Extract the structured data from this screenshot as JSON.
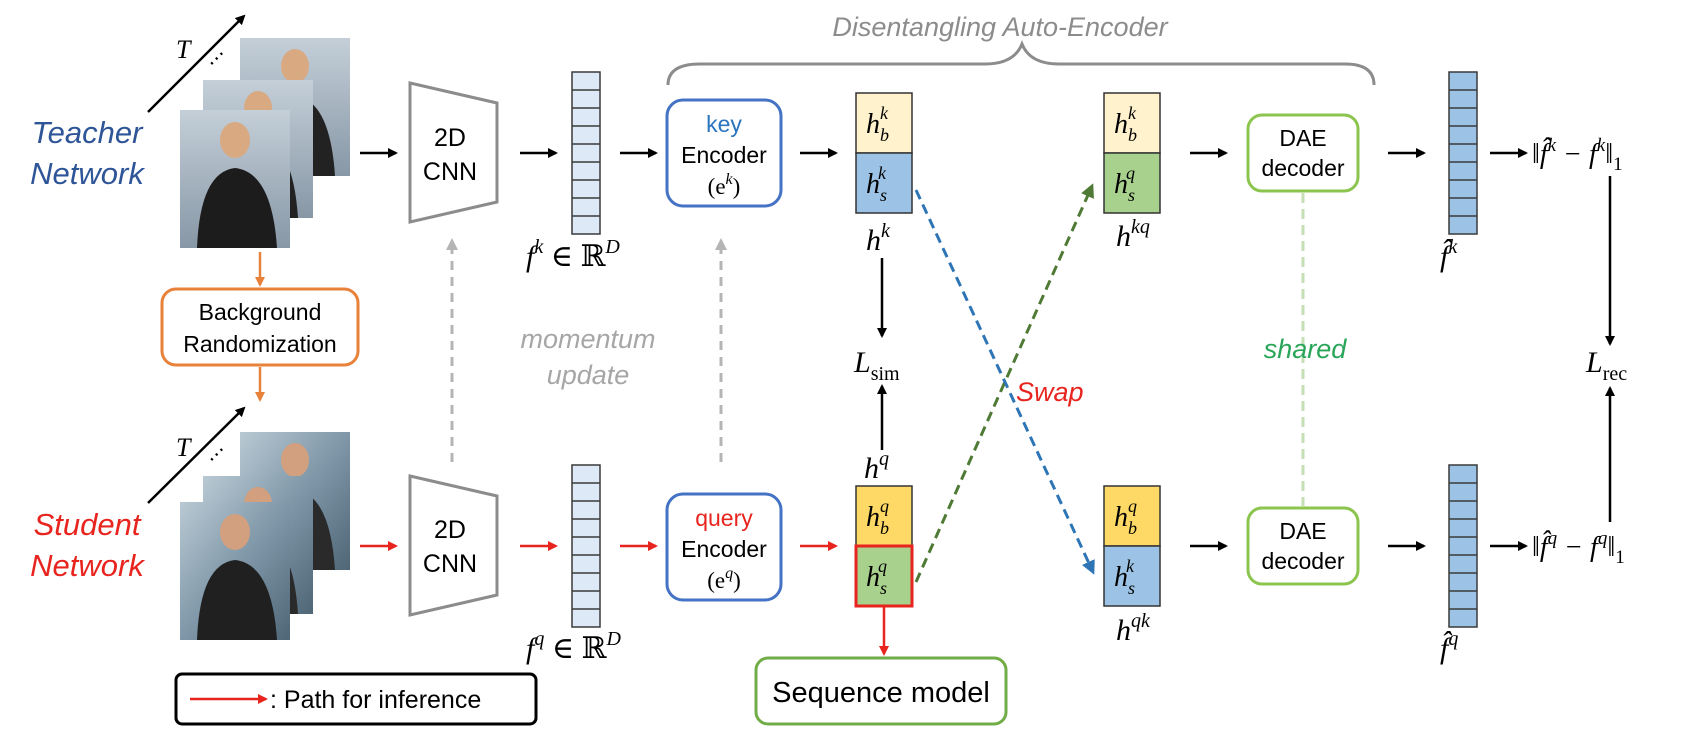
{
  "title": "Disentangling Auto-Encoder",
  "teacher_label": [
    "Teacher",
    "Network"
  ],
  "student_label": [
    "Student",
    "Network"
  ],
  "frames_axis_label": "T",
  "frames_ellipsis": "⋯",
  "background_randomization": [
    "Background",
    "Randomization"
  ],
  "cnn_label": [
    "2D",
    "CNN"
  ],
  "momentum_update": [
    "momentum",
    "update"
  ],
  "key_encoder": {
    "name": "key",
    "word": "Encoder",
    "math": "(e",
    "sup": "k",
    "close": ")"
  },
  "query_encoder": {
    "name": "query",
    "word": "Encoder",
    "math": "(e",
    "sup": "q",
    "close": ")"
  },
  "feature_key": {
    "base": "f",
    "sup": "k",
    "tail": " ∈ ℝ",
    "sup2": "D"
  },
  "feature_query": {
    "base": "f",
    "sup": "q",
    "tail": " ∈ ℝ",
    "sup2": "D"
  },
  "h_base": "h",
  "hk_top": {
    "sub": "b",
    "sup": "k"
  },
  "hk_bottom": {
    "sub": "s",
    "sup": "k"
  },
  "hkq_top": {
    "sub": "b",
    "sup": "k"
  },
  "hkq_bottom": {
    "sub": "s",
    "sup": "q"
  },
  "hq_top": {
    "sub": "b",
    "sup": "q"
  },
  "hq_bottom": {
    "sub": "s",
    "sup": "q"
  },
  "hqk_top": {
    "sub": "b",
    "sup": "q"
  },
  "hqk_bottom": {
    "sub": "s",
    "sup": "k"
  },
  "hk_label": {
    "base": "h",
    "sup": "k"
  },
  "hq_label": {
    "base": "h",
    "sup": "q"
  },
  "hkq_label": {
    "base": "h",
    "sup": "kq"
  },
  "hqk_label": {
    "base": "h",
    "sup": "qk"
  },
  "l_sim": {
    "base": "L",
    "sub": "sim"
  },
  "l_rec": {
    "base": "L",
    "sub": "rec"
  },
  "swap": "Swap",
  "shared": "shared",
  "dae_decoder": [
    "DAE",
    "decoder"
  ],
  "fhat_k": {
    "base": "f̂",
    "sup": "k"
  },
  "fhat_q": {
    "base": "f̂",
    "sup": "q"
  },
  "norm_k": {
    "open": "‖f̂",
    "sup1": "k",
    "mid": " − f",
    "sup2": "k",
    "close": "‖",
    "sub": "1"
  },
  "norm_q": {
    "open": "‖f̂",
    "sup1": "q",
    "mid": " − f",
    "sup2": "q",
    "close": "‖",
    "sub": "1"
  },
  "sequence_model": "Sequence model",
  "legend_text": ": Path for inference",
  "colors": {
    "teacher_blue": "#2e5597",
    "student_red": "#e8241e",
    "key_blue": "#2a74c0",
    "orange": "#e8823a",
    "green_box": "#8cc54e",
    "swap_green": "#4f7a35",
    "swap_blue": "#2e75b6",
    "shared_green": "#29a55a",
    "gray": "#8c8c8c",
    "feature_fill": "#dde9f7",
    "fhat_fill": "#9cc3e5",
    "hb_k_fill": "#fff2cc",
    "hb_q_fill": "#ffd966",
    "hs_blue_fill": "#9cc3e5",
    "hs_green_fill": "#a9d18e"
  }
}
